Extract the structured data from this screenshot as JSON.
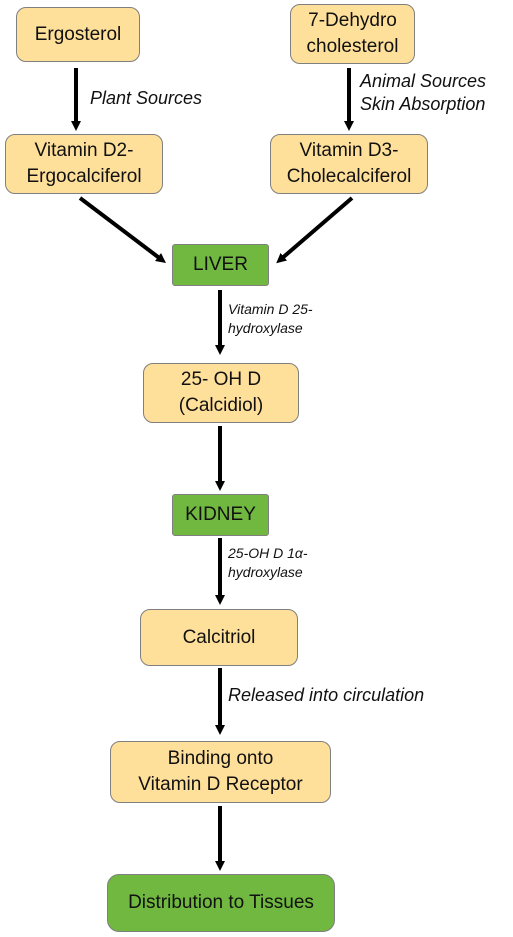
{
  "nodes": {
    "ergosterol": "Ergosterol",
    "dehydrocholesterol_l1": "7-Dehydro",
    "dehydrocholesterol_l2": "cholesterol",
    "vitamin_d2_l1": "Vitamin D2-",
    "vitamin_d2_l2": "Ergocalciferol",
    "vitamin_d3_l1": "Vitamin D3-",
    "vitamin_d3_l2": "Cholecalciferol",
    "liver": "LIVER",
    "calcidiol_l1": "25- OH D",
    "calcidiol_l2": "(Calcidiol)",
    "kidney": "KIDNEY",
    "calcitriol": "Calcitriol",
    "receptor_l1": "Binding onto",
    "receptor_l2": "Vitamin D Receptor",
    "tissues": "Distribution to Tissues"
  },
  "labels": {
    "plant_sources": "Plant Sources",
    "animal_sources": "Animal Sources",
    "skin_absorption": "Skin Absorption",
    "liver_enzyme_l1": "Vitamin D 25-",
    "liver_enzyme_l2": "hydroxylase",
    "kidney_enzyme_l1": "25-OH D 1α-",
    "kidney_enzyme_l2": "hydroxylase",
    "circulation": "Released into circulation"
  },
  "colors": {
    "node_yellow": "#ffe09a",
    "node_green": "#70b83f",
    "arrow": "#000000"
  }
}
